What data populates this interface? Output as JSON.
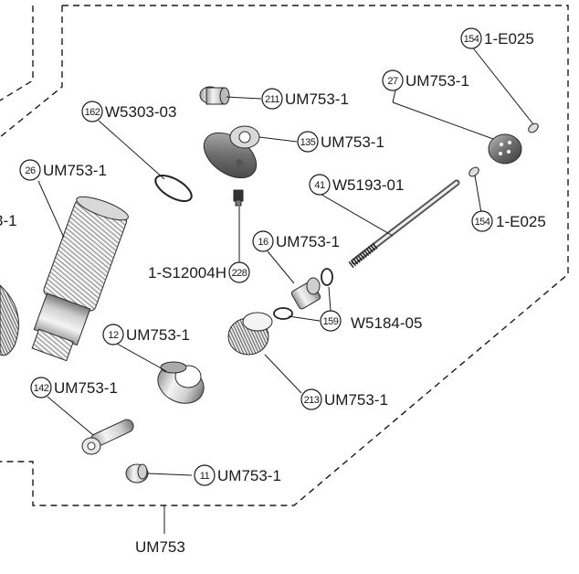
{
  "assembly_code": "UM753",
  "callouts": [
    {
      "id": "c154a",
      "num": "154",
      "code": "1-E025"
    },
    {
      "id": "c27",
      "num": "27",
      "code": "UM753-1"
    },
    {
      "id": "c211",
      "num": "211",
      "code": "UM753-1"
    },
    {
      "id": "c162",
      "num": "162",
      "code": "W5303-03"
    },
    {
      "id": "c135",
      "num": "135",
      "code": "UM753-1"
    },
    {
      "id": "c26",
      "num": "26",
      "code": "UM753-1"
    },
    {
      "id": "c41",
      "num": "41",
      "code": "W5193-01"
    },
    {
      "id": "c154b",
      "num": "154",
      "code": "1-E025"
    },
    {
      "id": "c16",
      "num": "16",
      "code": "UM753-1"
    },
    {
      "id": "c228",
      "num": "228",
      "code": "1-S12004H"
    },
    {
      "id": "c159",
      "num": "159",
      "code": "W5184-05"
    },
    {
      "id": "c12",
      "num": "12",
      "code": "UM753-1"
    },
    {
      "id": "c142",
      "num": "142",
      "code": "UM753-1"
    },
    {
      "id": "c213",
      "num": "213",
      "code": "UM753-1"
    },
    {
      "id": "c11",
      "num": "11",
      "code": "UM753-1"
    }
  ],
  "left_fragment": {
    "code": "3-1"
  }
}
